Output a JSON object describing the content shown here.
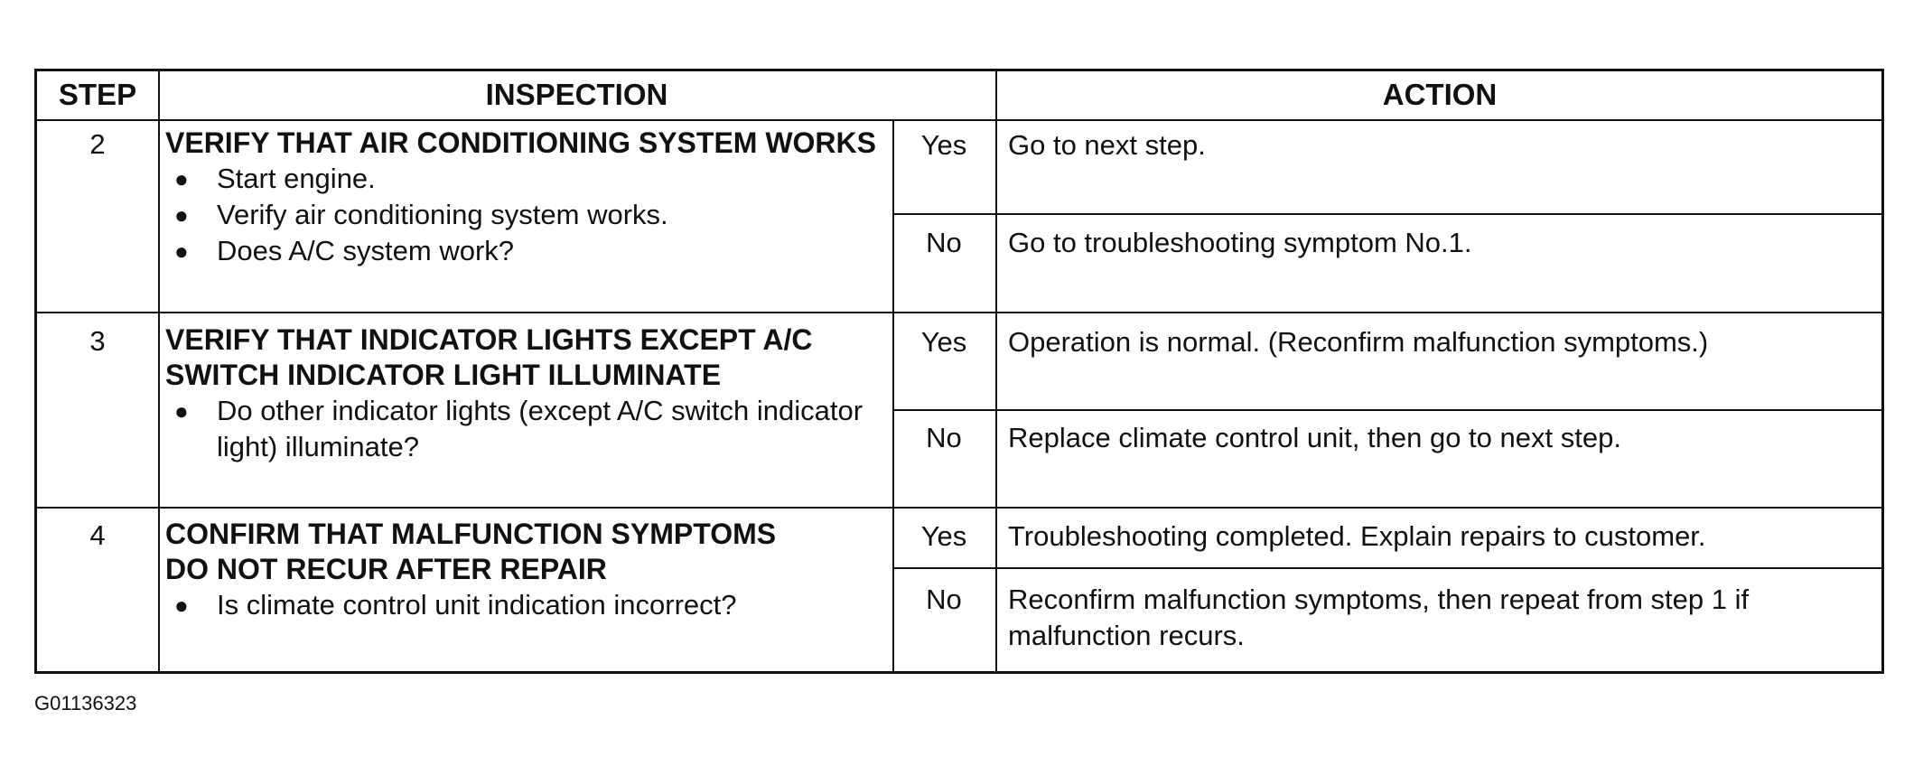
{
  "headers": {
    "step": "STEP",
    "inspection": "INSPECTION",
    "action": "ACTION"
  },
  "rows": [
    {
      "step": "2",
      "title": "VERIFY THAT AIR CONDITIONING SYSTEM WORKS",
      "bullets": [
        "Start engine.",
        "Verify air conditioning system works.",
        "Does A/C system work?"
      ],
      "yes_label": "Yes",
      "yes_action": "Go to next step.",
      "no_label": "No",
      "no_action": "Go to troubleshooting symptom No.1."
    },
    {
      "step": "3",
      "title": "VERIFY THAT INDICATOR LIGHTS EXCEPT A/C SWITCH INDICATOR LIGHT ILLUMINATE",
      "bullets": [
        "Do other indicator lights (except A/C switch indicator light) illuminate?"
      ],
      "yes_label": "Yes",
      "yes_action": "Operation is normal. (Reconfirm malfunction symptoms.)",
      "no_label": "No",
      "no_action": "Replace climate control unit, then go to next step."
    },
    {
      "step": "4",
      "title": "CONFIRM THAT MALFUNCTION SYMPTOMS DO NOT RECUR AFTER REPAIR",
      "bullets": [
        "Is climate control unit indication incorrect?"
      ],
      "yes_label": "Yes",
      "yes_action": "Troubleshooting completed. Explain repairs to customer.",
      "no_label": "No",
      "no_action": "Reconfirm malfunction symptoms, then repeat from step 1 if malfunction recurs."
    }
  ],
  "figure_id": "G01136323"
}
